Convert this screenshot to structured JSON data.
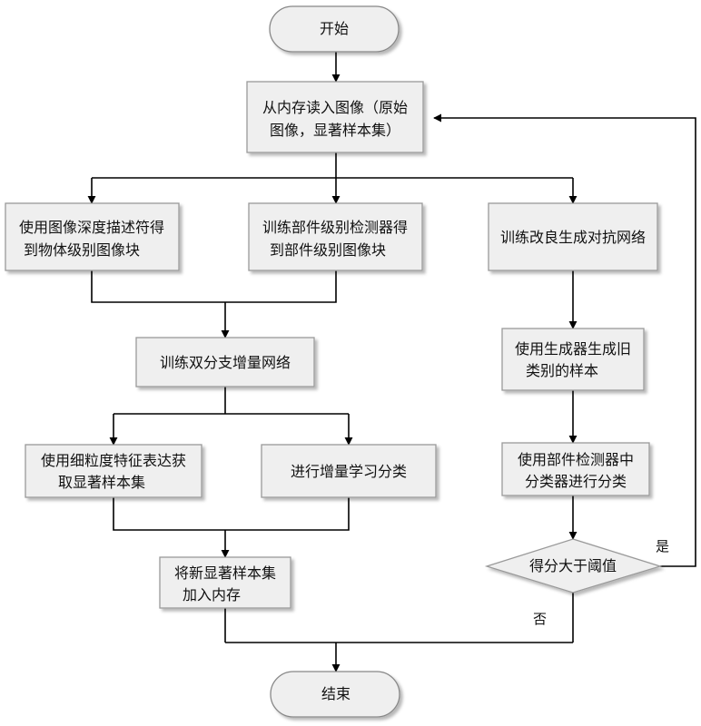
{
  "nodes": {
    "start": "开始",
    "read_memory": [
      "从内存读入图像（原始",
      "图像，显著样本集）"
    ],
    "depth_descriptor": [
      "使用图像深度描述符得",
      "到物体级别图像块"
    ],
    "part_detector": [
      "训练部件级别检测器得",
      "到部件级别图像块"
    ],
    "train_gan": "训练改良生成对抗网络",
    "dual_branch": "训练双分支增量网络",
    "generate_old": [
      "使用生成器生成旧",
      "类别的样本"
    ],
    "fine_grained": [
      "使用细粒度特征表达获",
      "取显著样本集"
    ],
    "incremental": "进行增量学习分类",
    "classify": [
      "使用部件检测器中",
      "分类器进行分类"
    ],
    "threshold": "得分大于阈值",
    "add_memory": [
      "将新显著样本集",
      "加入内存"
    ],
    "end": "结束"
  },
  "edge_labels": {
    "yes": "是",
    "no": "否"
  }
}
